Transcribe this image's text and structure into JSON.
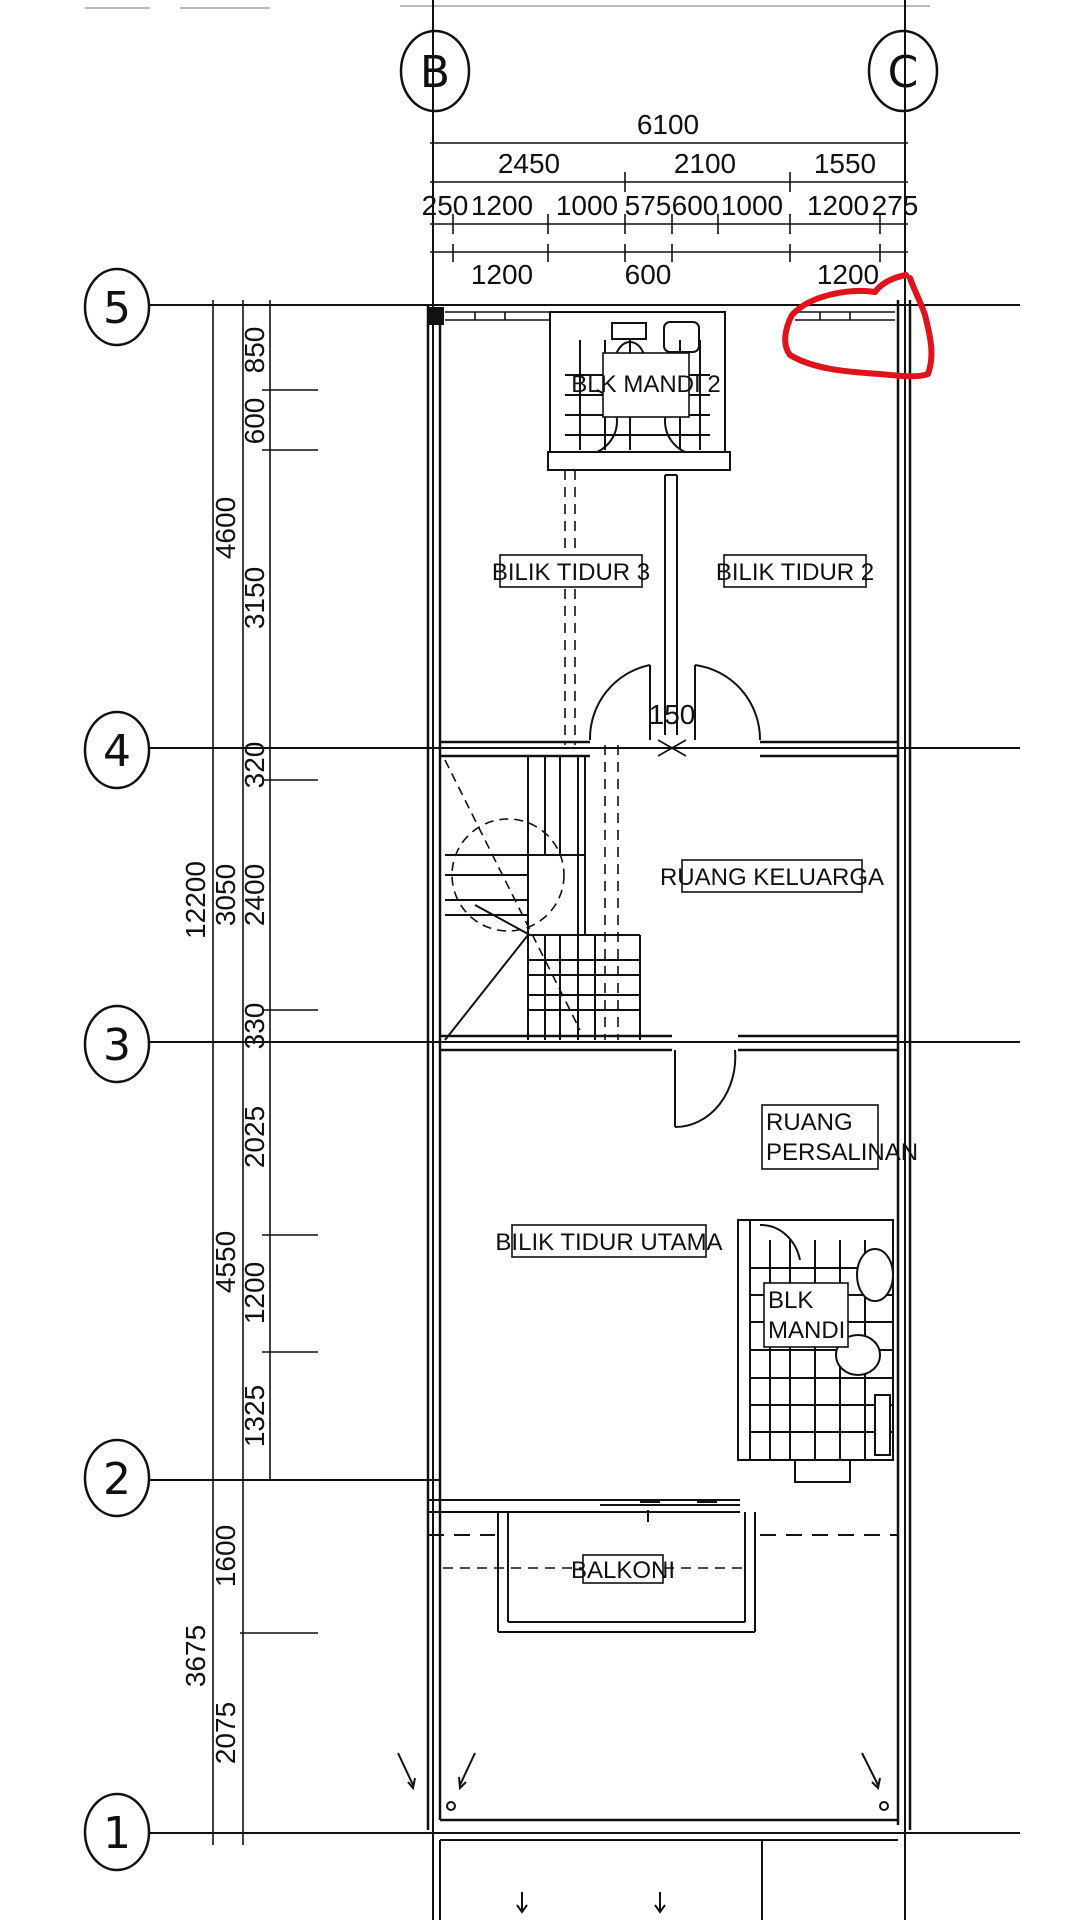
{
  "grid": {
    "columns": [
      "B",
      "C"
    ],
    "rows": [
      "5",
      "4",
      "3",
      "2",
      "1"
    ]
  },
  "dimensions": {
    "overall_width": "6100",
    "width_segments": [
      "2450",
      "2100",
      "1550"
    ],
    "width_detail": [
      "250",
      "1200",
      "1000",
      "575",
      "600",
      "1000",
      "1200",
      "275"
    ],
    "window_widths": [
      "1200",
      "600",
      "1200"
    ],
    "overall_depth": "12200",
    "depth_major": [
      "4600",
      "3050",
      "4550",
      "3675"
    ],
    "depth_minor": [
      "850",
      "600",
      "3150",
      "320",
      "2400",
      "330",
      "2025",
      "1200",
      "1325",
      "1600",
      "2075"
    ],
    "wall_gap": "150"
  },
  "rooms": {
    "bathroom_2": "BLK MANDI 2",
    "bedroom_3": "BILIK TIDUR 3",
    "bedroom_2": "BILIK TIDUR 2",
    "family_room": "RUANG KELUARGA",
    "dressing_room_line1": "RUANG",
    "dressing_room_line2": "PERSALINAN",
    "master_bedroom": "BILIK TIDUR UTAMA",
    "bathroom_line1": "BLK",
    "bathroom_line2": "MANDI",
    "balcony": "BALKONI"
  },
  "colors": {
    "lines": "#111111",
    "annotation": "#e0121b"
  }
}
